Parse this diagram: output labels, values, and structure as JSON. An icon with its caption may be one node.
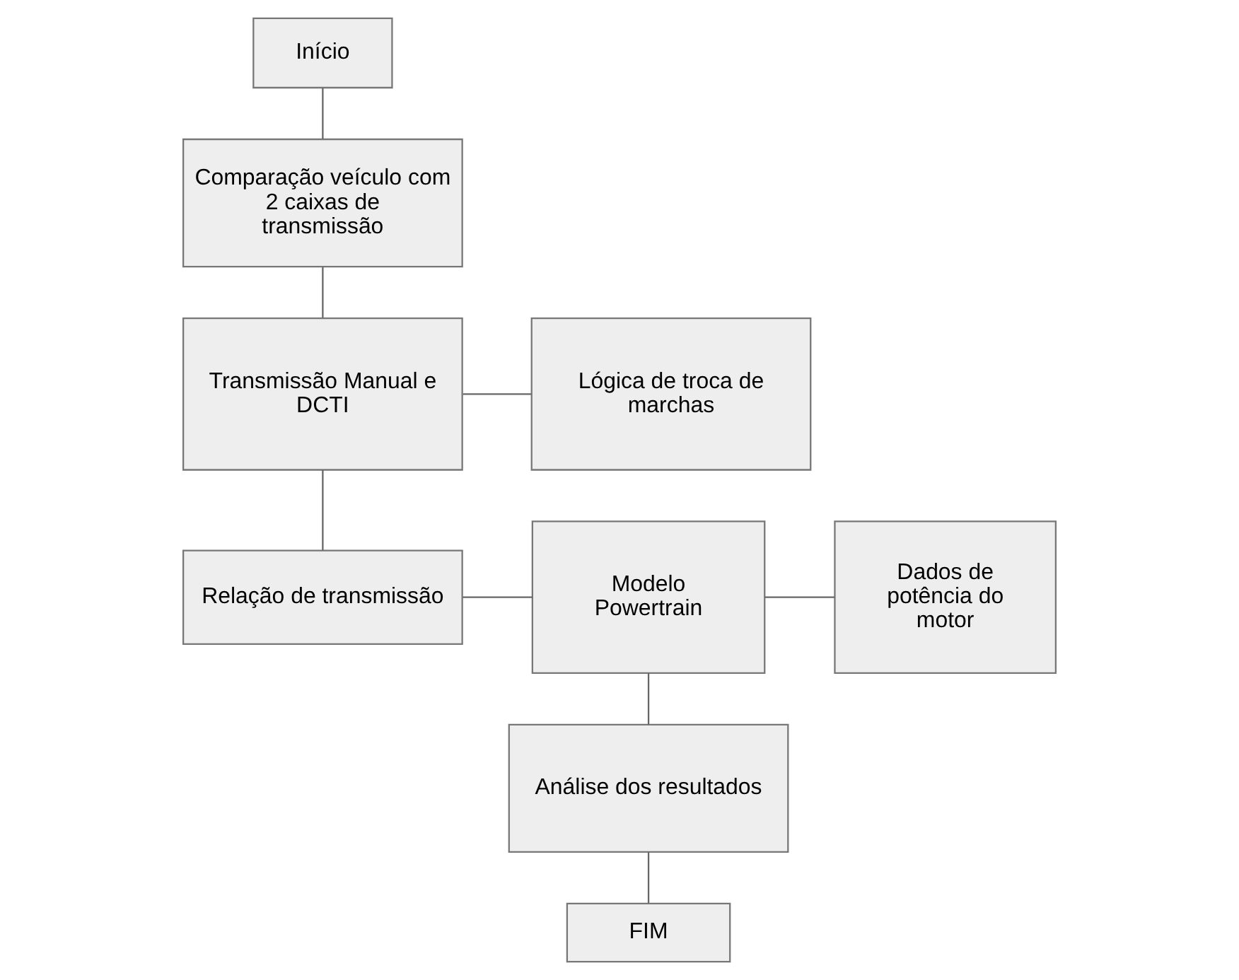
{
  "diagram": {
    "nodes": [
      {
        "text": [
          "Início"
        ]
      },
      {
        "text": [
          "Comparação veículo com 2 caixas de transmissão"
        ]
      },
      {
        "text": [
          "Transmissão Manual e DCTI"
        ]
      },
      {
        "text": [
          "Lógica de troca de marchas"
        ]
      },
      {
        "text": [
          "Relação de transmissão"
        ]
      },
      {
        "text": [
          "Modelo Powertrain"
        ]
      },
      {
        "text": [
          "Dados de potência do motor"
        ]
      },
      {
        "text": [
          "Análise dos resultados"
        ]
      },
      {
        "text": [
          "FIM"
        ]
      }
    ],
    "edges": [
      {
        "from": 0,
        "to": 1,
        "arrow": "none"
      },
      {
        "from": 1,
        "to": 2,
        "arrow": "none"
      },
      {
        "from": 2,
        "to": 3,
        "arrow": "none"
      },
      {
        "from": 2,
        "to": 4,
        "arrow": "none"
      },
      {
        "from": 4,
        "to": 5,
        "arrow": "none"
      },
      {
        "from": 5,
        "to": 6,
        "arrow": "none"
      },
      {
        "from": 5,
        "to": 7,
        "arrow": "none"
      },
      {
        "from": 7,
        "to": 8,
        "arrow": "none"
      }
    ]
  }
}
